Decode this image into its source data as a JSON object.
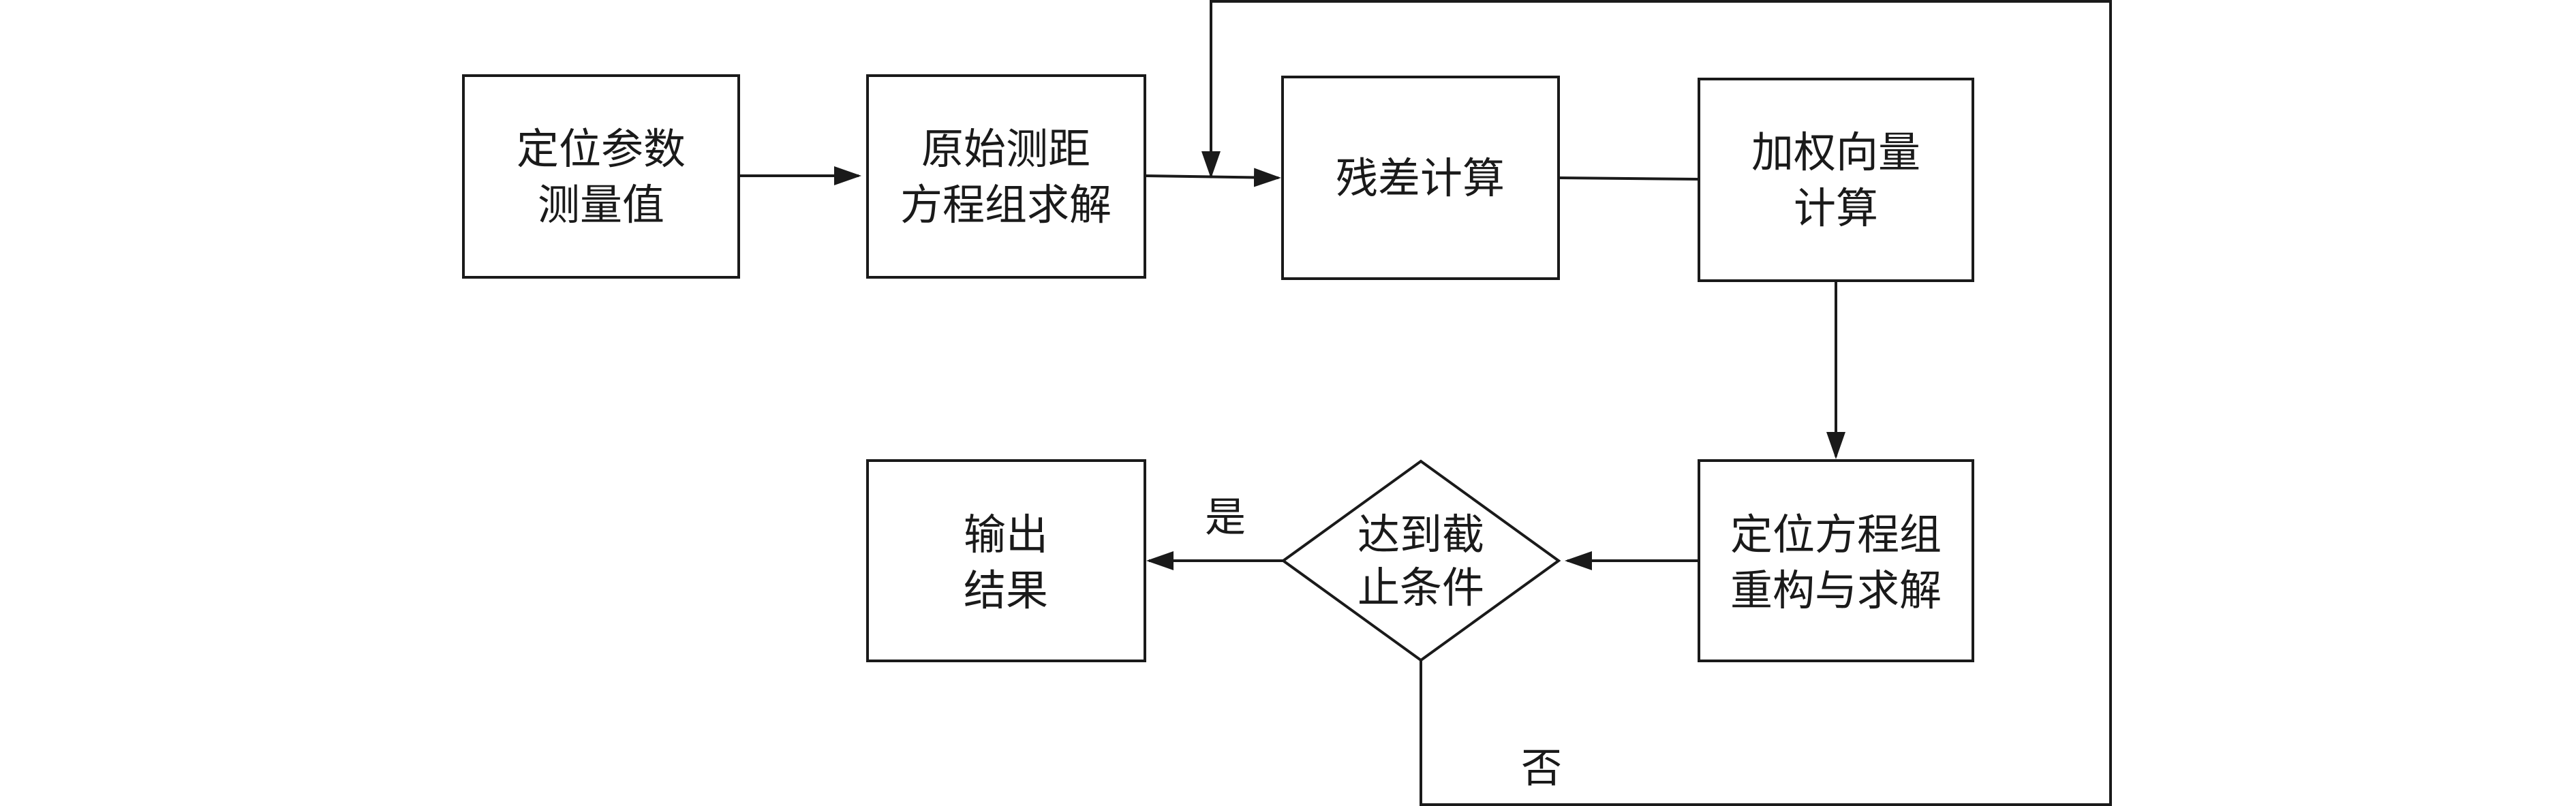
{
  "diagram": {
    "nodes": {
      "input": {
        "line1": "定位参数",
        "line2": "测量值"
      },
      "initial_solve": {
        "line1": "原始测距",
        "line2": "方程组求解"
      },
      "residual": {
        "line1": "残差计算"
      },
      "weight": {
        "line1": "加权向量",
        "line2": "计算"
      },
      "reconstruct": {
        "line1": "定位方程组",
        "line2": "重构与求解"
      },
      "decision": {
        "line1": "达到截",
        "line2": "止条件"
      },
      "output": {
        "line1": "输出",
        "line2": "结果"
      }
    },
    "edges": {
      "yes_label": "是",
      "no_label": "否"
    }
  }
}
